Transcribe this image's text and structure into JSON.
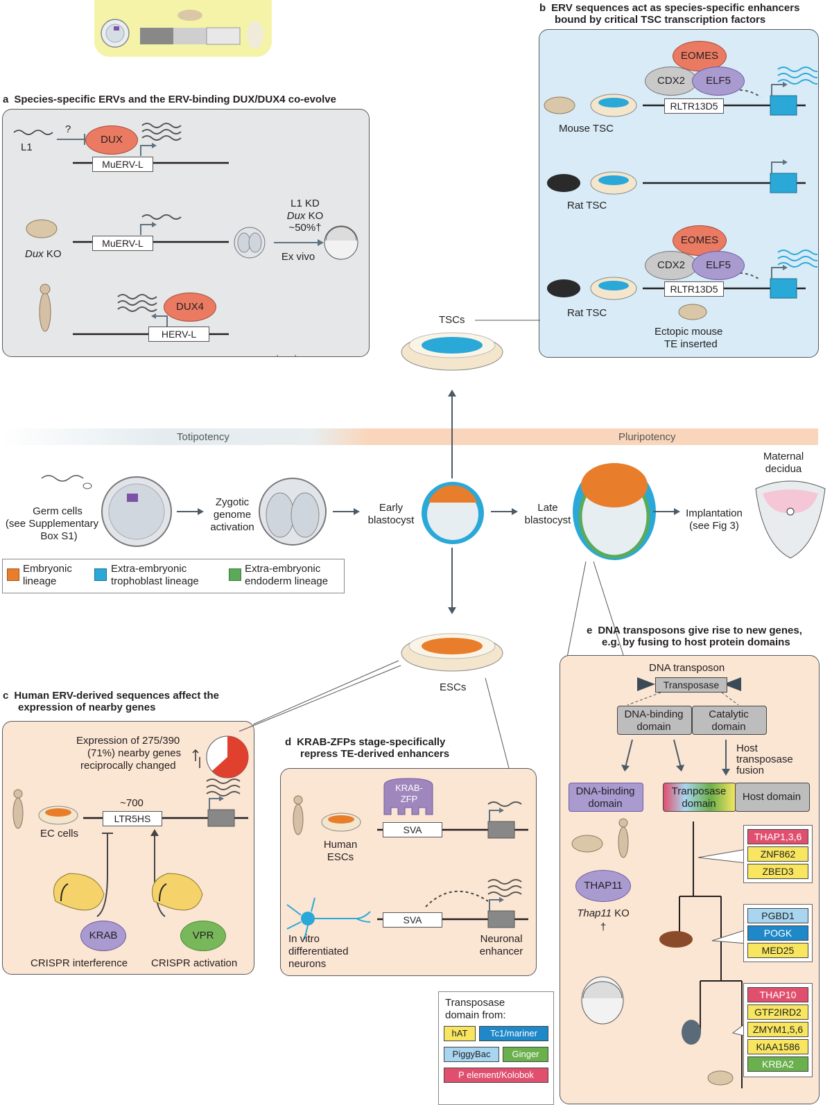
{
  "panel_a": {
    "letter": "a",
    "title": "Species-specific ERVs and the ERV-binding DUX/DUX4 co-evolve",
    "l1": "L1",
    "question": "?",
    "dux": "DUX",
    "muerv1": "MuERV-L",
    "muerv2": "MuERV-L",
    "dux_ko_italic": "Dux",
    "dux_ko_rest": " KO",
    "l1kd": "L1 KD",
    "duxko_line_italic": "Dux",
    "duxko_line_rest": " KO",
    "pct": "~50%†",
    "exvivo": "Ex vivo",
    "dux4": "DUX4",
    "hervl": "HERV-L"
  },
  "panel_b": {
    "letter": "b",
    "title_line1": "ERV sequences act as species-specific enhancers",
    "title_line2": "bound by critical TSC transcription factors",
    "eomes1": "EOMES",
    "cdx2_1": "CDX2",
    "elf5_1": "ELF5",
    "rltr1": "RLTR13D5",
    "mouse_tsc": "Mouse TSC",
    "rat_tsc1": "Rat TSC",
    "eomes2": "EOMES",
    "cdx2_2": "CDX2",
    "elf5_2": "ELF5",
    "rltr2": "RLTR13D5",
    "rat_tsc2": "Rat TSC",
    "ectopic1": "Ectopic mouse",
    "ectopic2": "TE inserted"
  },
  "center": {
    "tscs": "TSCs",
    "totipotency": "Totipotency",
    "pluripotency": "Pluripotency",
    "germ1": "Germ cells",
    "germ2": "(see Supplementary",
    "germ3": "Box S1)",
    "zga1": "Zygotic",
    "zga2": "genome",
    "zga3": "activation",
    "early1": "Early",
    "early2": "blastocyst",
    "late1": "Late",
    "late2": "blastocyst",
    "impl1": "Implantation",
    "impl2": "(see Fig 3)",
    "maternal1": "Maternal",
    "maternal2": "decidua",
    "escs": "ESCs"
  },
  "legend": {
    "emb1": "Embryonic",
    "emb2": "lineage",
    "troph1": "Extra-embryonic",
    "troph2": "trophoblast lineage",
    "endo1": "Extra-embryonic",
    "endo2": "endoderm lineage"
  },
  "panel_c": {
    "letter": "c",
    "title_line1": "Human ERV-derived sequences affect the",
    "title_line2": "expression of nearby genes",
    "expr1": "Expression of 275/390",
    "expr2": "(71%) nearby genes",
    "expr3": "reciprocally changed",
    "approx700": "~700",
    "ltr5hs": "LTR5HS",
    "ec_cells": "EC cells",
    "krab": "KRAB",
    "vpr": "VPR",
    "crispri": "CRISPR interference",
    "crispra": "CRISPR activation"
  },
  "panel_d": {
    "letter": "d",
    "title_line1": "KRAB-ZFPs stage-specifically",
    "title_line2": "repress TE-derived enhancers",
    "krabzfp1": "KRAB-",
    "krabzfp2": "ZFP",
    "sva1": "SVA",
    "human1": "Human",
    "human2": "ESCs",
    "sva2": "SVA",
    "invitro1": "In vitro",
    "invitro2": "differentiated",
    "invitro3": "neurons",
    "neuronal1": "Neuronal",
    "neuronal2": "enhancer"
  },
  "legend2": {
    "title1": "Transposase",
    "title2": "domain from:",
    "hat": "hAT",
    "tc1": "Tc1/mariner",
    "piggybac": "PiggyBac",
    "ginger": "Ginger",
    "pelement": "P element/Kolobok"
  },
  "panel_e": {
    "letter": "e",
    "title_line1": "DNA transposons give rise to new genes,",
    "title_line2": "e.g. by fusing to host protein domains",
    "dna_transposon": "DNA transposon",
    "transposase": "Transposase",
    "dbd1": "DNA-binding",
    "dbd2": "domain",
    "cat1": "Catalytic",
    "cat2": "domain",
    "host1": "Host",
    "host2": "transposase",
    "host3": "fusion",
    "dbd_b1": "DNA-binding",
    "dbd_b2": "domain",
    "tranp1": "Tranposase",
    "tranp2": "domain",
    "host_domain": "Host domain",
    "thap11": "THAP11",
    "thap11ko_italic": "Thap11",
    "thap11ko_rest": " KO",
    "dagger": "†",
    "genes_group1": [
      "THAP1,3,6",
      "ZNF862",
      "ZBED3"
    ],
    "genes_group2": [
      "PGBD1",
      "POGK",
      "MED25"
    ],
    "genes_group3": [
      "THAP10",
      "GTF2IRD2",
      "ZMYM1,5,6",
      "KIAA1586",
      "KRBA2"
    ]
  },
  "colors": {
    "panel_grey": "#e6e7e8",
    "panel_blue": "#d8ebf6",
    "panel_peach": "#fbe5d3",
    "embryonic": "#e87d2b",
    "trophoblast": "#2aa8d8",
    "endoderm": "#5aaa5a",
    "hat": "#f8e660",
    "tc1": "#1e88c8",
    "piggybac": "#a8d6f0",
    "ginger": "#6ab04c",
    "pelement": "#e0506e"
  }
}
